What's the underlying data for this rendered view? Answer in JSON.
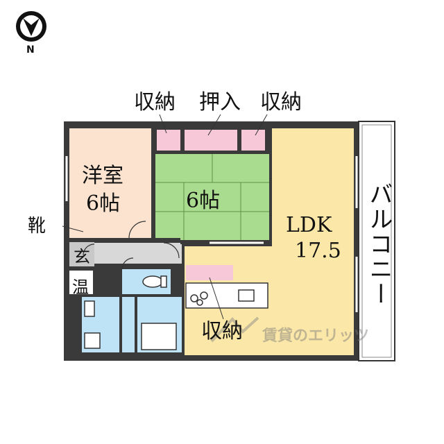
{
  "compass": {
    "north_label": "N"
  },
  "labels": {
    "storage_left": "収納",
    "oshiire": "押入",
    "storage_right": "収納",
    "western_room_name": "洋室",
    "western_room_size": "6帖",
    "japanese_room_size": "6帖",
    "ldk_name": "LDK",
    "ldk_size": "17.5",
    "balcony": "バルコニー",
    "shoes": "靴",
    "entrance": "玄",
    "water_heater": "温",
    "storage_bottom": "収納"
  },
  "watermark": {
    "text": "賃貸のエリッツ"
  },
  "colors": {
    "wall": "#3a3a3a",
    "western_room": "#fbe3cf",
    "japanese_room": "#a9dc8e",
    "ldk": "#fbe7a8",
    "storage": "#f7c8d8",
    "wet_area": "#bfe3f6",
    "entrance": "#c8c8c8"
  }
}
